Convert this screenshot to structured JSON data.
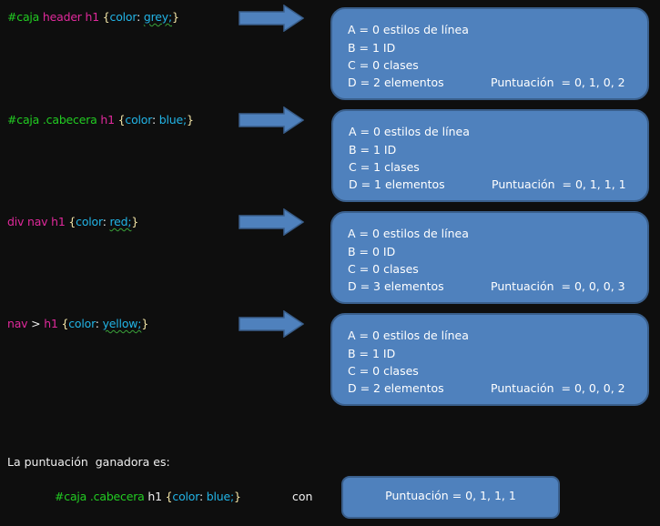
{
  "rules": [
    {
      "selector_tokens": [
        {
          "text": "#caja",
          "kind": "id"
        },
        {
          "text": " header h1",
          "kind": "el"
        },
        {
          "text": " {",
          "kind": "brace"
        },
        {
          "text": "color",
          "kind": "prop"
        },
        {
          "text": ": ",
          "kind": "colon"
        },
        {
          "text": "grey;",
          "kind": "val",
          "squiggle": true
        },
        {
          "text": "}",
          "kind": "brace"
        }
      ],
      "breakdown": {
        "a": "A = 0 estilos de línea",
        "b": "B = 1 ID",
        "c": "C = 0 clases",
        "d": "D = 2 elementos",
        "score": "Puntuación  = 0, 1, 0, 2"
      }
    },
    {
      "selector_tokens": [
        {
          "text": "#caja .cabecera",
          "kind": "id"
        },
        {
          "text": " h1",
          "kind": "el"
        },
        {
          "text": " {",
          "kind": "brace"
        },
        {
          "text": "color",
          "kind": "prop"
        },
        {
          "text": ": ",
          "kind": "colon"
        },
        {
          "text": "blue;",
          "kind": "val",
          "squiggle": false
        },
        {
          "text": "}",
          "kind": "brace"
        }
      ],
      "breakdown": {
        "a": "A = 0 estilos de línea",
        "b": "B = 1 ID",
        "c": "C = 1 clases",
        "d": "D = 1 elementos",
        "score": "Puntuación  = 0, 1, 1, 1"
      }
    },
    {
      "selector_tokens": [
        {
          "text": "div nav h1",
          "kind": "el"
        },
        {
          "text": " {",
          "kind": "brace"
        },
        {
          "text": "color",
          "kind": "prop"
        },
        {
          "text": ": ",
          "kind": "colon"
        },
        {
          "text": "red;",
          "kind": "val",
          "squiggle": true
        },
        {
          "text": "}",
          "kind": "brace"
        }
      ],
      "breakdown": {
        "a": "A = 0 estilos de línea",
        "b": "B = 0 ID",
        "c": "C = 0 clases",
        "d": "D = 3 elementos",
        "score": "Puntuación  = 0, 0, 0, 3"
      }
    },
    {
      "selector_tokens": [
        {
          "text": "nav",
          "kind": "el"
        },
        {
          "text": " > ",
          "kind": "op"
        },
        {
          "text": "h1",
          "kind": "el"
        },
        {
          "text": " {",
          "kind": "brace"
        },
        {
          "text": "color",
          "kind": "prop"
        },
        {
          "text": ": ",
          "kind": "colon"
        },
        {
          "text": "yellow;",
          "kind": "val",
          "squiggle": true
        },
        {
          "text": "}",
          "kind": "brace"
        }
      ],
      "breakdown": {
        "a": "A = 0 estilos de línea",
        "b": "B = 1 ID",
        "c": "C = 0 clases",
        "d": "D = 2 elementos",
        "score": "Puntuación  = 0, 0, 0, 2"
      }
    }
  ],
  "winner": {
    "heading": "La puntuación  ganadora es:",
    "selector_tokens": [
      {
        "text": "#caja .cabecera",
        "kind": "id"
      },
      {
        "text": " h1",
        "kind": "el-plain"
      },
      {
        "text": " {",
        "kind": "brace"
      },
      {
        "text": "color",
        "kind": "prop"
      },
      {
        "text": ": ",
        "kind": "colon"
      },
      {
        "text": "blue;",
        "kind": "val",
        "squiggle": false
      },
      {
        "text": "}",
        "kind": "brace"
      }
    ],
    "connector": "con",
    "score": "Puntuación  = 0, 1, 1, 1"
  },
  "icons": {
    "arrow": "right-arrow-icon"
  },
  "colors": {
    "background": "#0e0e0e",
    "box_fill": "#4f81bd",
    "box_border": "#3a5f8c",
    "arrow_fill": "#4f81bd",
    "id_selector": "#22cc22",
    "element_selector": "#e0299b",
    "property": "#22b4e6",
    "brace": "#f2e4a6"
  }
}
